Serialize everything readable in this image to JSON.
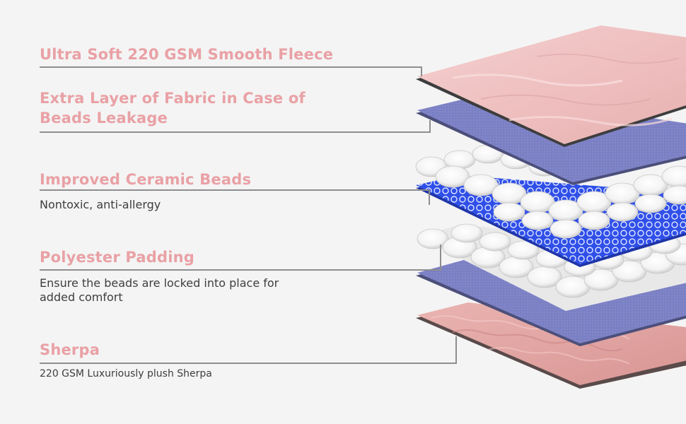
{
  "layers": [
    {
      "title": "Ultra Soft 220 GSM Smooth Fleece"
    },
    {
      "title_line1": "Extra Layer of Fabric in Case of",
      "title_line2": "Beads Leakage"
    },
    {
      "title": "Improved Ceramic Beads",
      "description": "Nontoxic, anti-allergy"
    },
    {
      "title": "Polyester Padding",
      "description_line1": "Ensure the beads are locked into place for",
      "description_line2": "added comfort"
    },
    {
      "title": "Sherpa",
      "description": "220 GSM Luxuriously plush Sherpa"
    }
  ],
  "colors": {
    "title": "#e9a1a5",
    "text": "#3e3e3e",
    "leader_line": "#8e8e8e",
    "fleece": "#f0c6c6",
    "fabric": "#7b80c4",
    "beads": "#2f4fe8",
    "padding": "#ffffff",
    "sherpa": "#e5a7a5"
  }
}
